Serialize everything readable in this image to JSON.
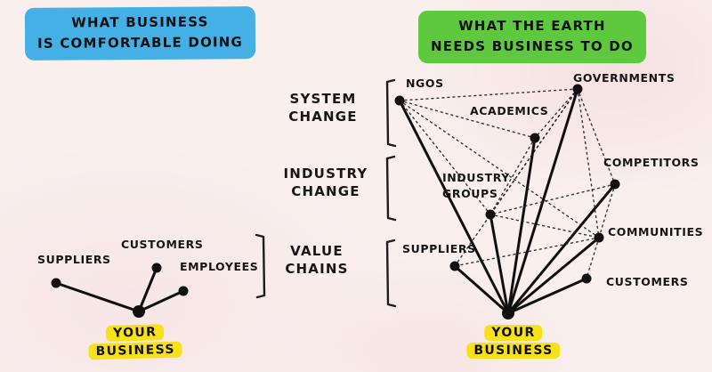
{
  "left_panel": {
    "title": {
      "line1": "WHAT BUSINESS",
      "line2": "IS COMFORTABLE DOING"
    },
    "network": {
      "nodes": [
        {
          "id": "suppliers",
          "label": "SUPPLIERS"
        },
        {
          "id": "customers",
          "label": "CUSTOMERS"
        },
        {
          "id": "employees",
          "label": "EMPLOYEES"
        },
        {
          "id": "your_business",
          "label": "YOUR BUSINESS",
          "badge": true
        }
      ],
      "edges": [
        {
          "from": "your_business",
          "to": "suppliers",
          "style": "solid"
        },
        {
          "from": "your_business",
          "to": "customers",
          "style": "solid"
        },
        {
          "from": "your_business",
          "to": "employees",
          "style": "solid"
        }
      ]
    },
    "badge": {
      "line1": "YOUR",
      "line2": "BUSINESS"
    }
  },
  "middle": {
    "labels": [
      {
        "id": "system_change",
        "line1": "SYSTEM",
        "line2": "CHANGE"
      },
      {
        "id": "industry_change",
        "line1": "INDUSTRY",
        "line2": "CHANGE"
      },
      {
        "id": "value_chains",
        "line1": "VALUE",
        "line2": "CHAINS"
      }
    ]
  },
  "right_panel": {
    "title": {
      "line1": "WHAT THE EARTH",
      "line2": "NEEDS BUSINESS TO DO"
    },
    "network": {
      "nodes": [
        {
          "id": "ngos",
          "label": "NGOS"
        },
        {
          "id": "governments",
          "label": "GOVERNMENTS"
        },
        {
          "id": "academics",
          "label": "ACADEMICS"
        },
        {
          "id": "industry_groups",
          "label": "INDUSTRY\nGROUPS"
        },
        {
          "id": "competitors",
          "label": "COMPETITORS"
        },
        {
          "id": "communities",
          "label": "COMMUNITIES"
        },
        {
          "id": "suppliers",
          "label": "SUPPLIERS"
        },
        {
          "id": "customers",
          "label": "CUSTOMERS"
        },
        {
          "id": "your_business",
          "label": "YOUR BUSINESS",
          "badge": true
        }
      ],
      "edges": [
        {
          "from": "your_business",
          "to": "ngos",
          "style": "solid"
        },
        {
          "from": "your_business",
          "to": "governments",
          "style": "solid"
        },
        {
          "from": "your_business",
          "to": "academics",
          "style": "solid"
        },
        {
          "from": "your_business",
          "to": "competitors",
          "style": "solid"
        },
        {
          "from": "your_business",
          "to": "industry_groups",
          "style": "solid"
        },
        {
          "from": "your_business",
          "to": "communities",
          "style": "solid"
        },
        {
          "from": "your_business",
          "to": "suppliers",
          "style": "solid"
        },
        {
          "from": "your_business",
          "to": "customers",
          "style": "solid"
        },
        {
          "from": "ngos",
          "to": "governments",
          "style": "dotted"
        },
        {
          "from": "ngos",
          "to": "academics",
          "style": "dotted"
        },
        {
          "from": "ngos",
          "to": "industry_groups",
          "style": "dotted"
        },
        {
          "from": "ngos",
          "to": "communities",
          "style": "dotted"
        },
        {
          "from": "governments",
          "to": "academics",
          "style": "dotted"
        },
        {
          "from": "governments",
          "to": "competitors",
          "style": "dotted"
        },
        {
          "from": "governments",
          "to": "industry_groups",
          "style": "dotted"
        },
        {
          "from": "governments",
          "to": "communities",
          "style": "dotted"
        },
        {
          "from": "governments",
          "to": "suppliers",
          "style": "dotted"
        },
        {
          "from": "academics",
          "to": "industry_groups",
          "style": "dotted"
        },
        {
          "from": "competitors",
          "to": "industry_groups",
          "style": "dotted"
        },
        {
          "from": "competitors",
          "to": "communities",
          "style": "dotted"
        },
        {
          "from": "industry_groups",
          "to": "communities",
          "style": "dotted"
        },
        {
          "from": "communities",
          "to": "suppliers",
          "style": "dotted"
        },
        {
          "from": "communities",
          "to": "customers",
          "style": "dotted"
        }
      ]
    },
    "badge": {
      "line1": "YOUR",
      "line2": "BUSINESS"
    }
  },
  "colors": {
    "left_title_highlight": "#45b0e6",
    "right_title_highlight": "#5ec93e",
    "business_highlight": "#f8e11a",
    "ink": "#1b1b1b",
    "background": "#f9efed"
  }
}
